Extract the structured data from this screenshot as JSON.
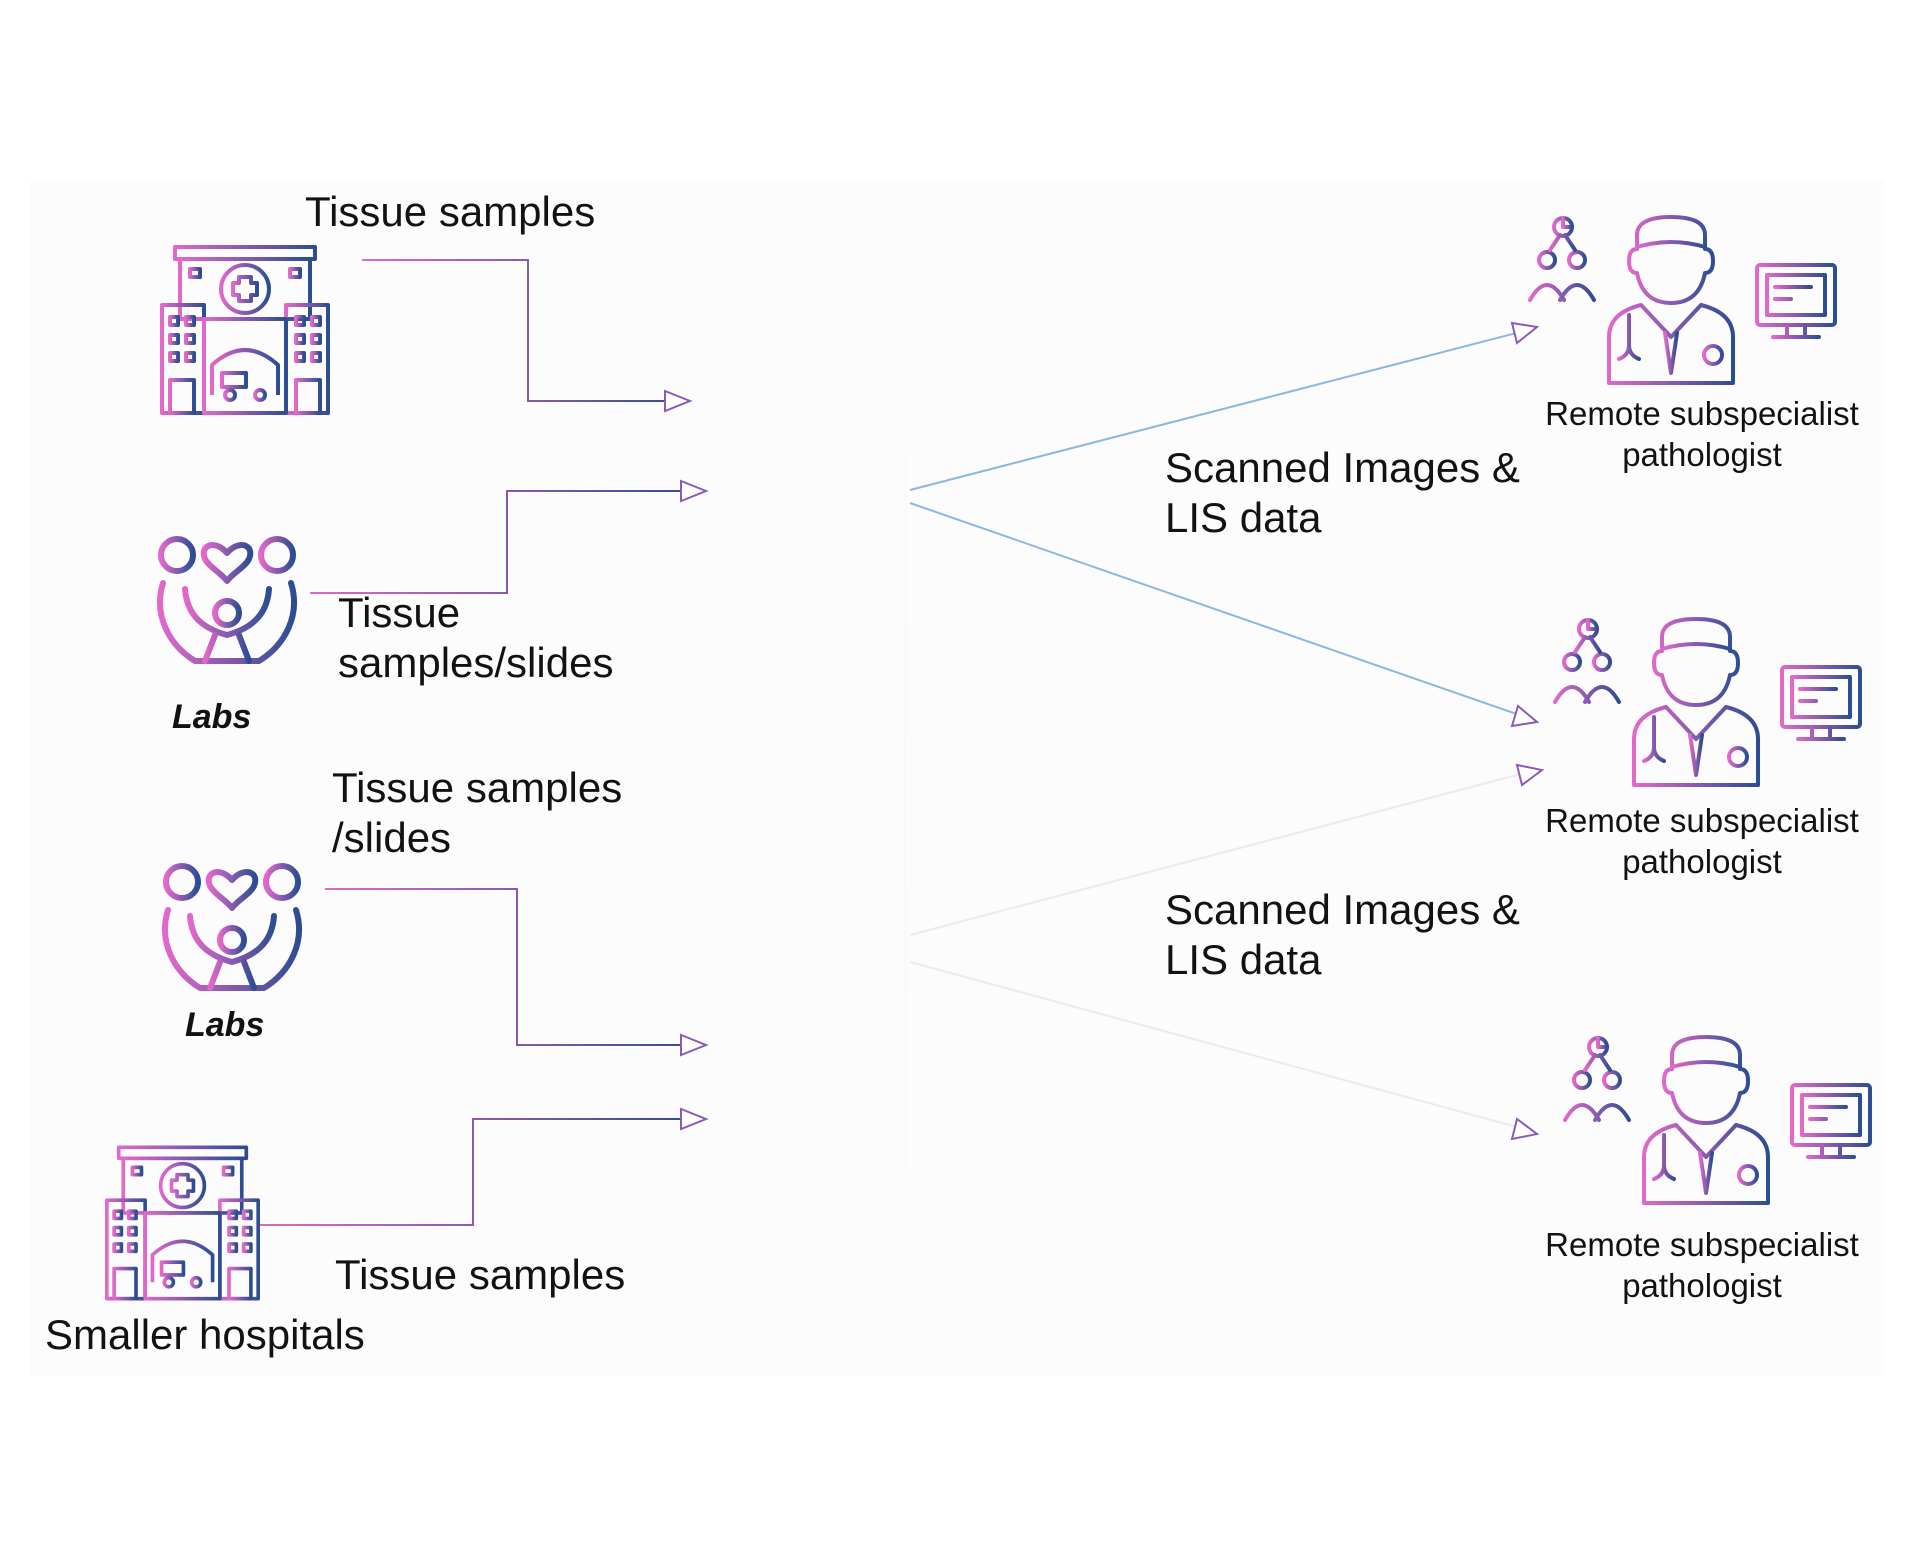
{
  "diagram": {
    "left": {
      "edge_labels": [
        "Tissue samples",
        "Tissue\nsamples/slides",
        "Tissue samples\n/slides",
        "Tissue samples"
      ],
      "labs_label_1": "Labs",
      "labs_label_2": "Labs",
      "smaller_hospitals_label": "Smaller hospitals"
    },
    "right": {
      "pathologist_label_1": "Remote subspecialist\npathologist",
      "pathologist_label_2": "Remote subspecialist\npathologist",
      "pathologist_label_3": "Remote subspecialist\npathologist",
      "transfer_label_1": "Scanned Images &\nLIS data",
      "transfer_label_2": "Scanned Images &\nLIS data"
    },
    "icons": [
      "hospital-icon",
      "labs-icon",
      "labs-icon",
      "hospital-icon",
      "pathologist-icon",
      "pathologist-icon",
      "pathologist-icon"
    ]
  },
  "colors": {
    "gradient_start": "#e268c9",
    "gradient_end": "#2c4d93",
    "connector_blue": "#8fb6dd",
    "connector_faint": "#ece9f2",
    "text": "#121212"
  }
}
